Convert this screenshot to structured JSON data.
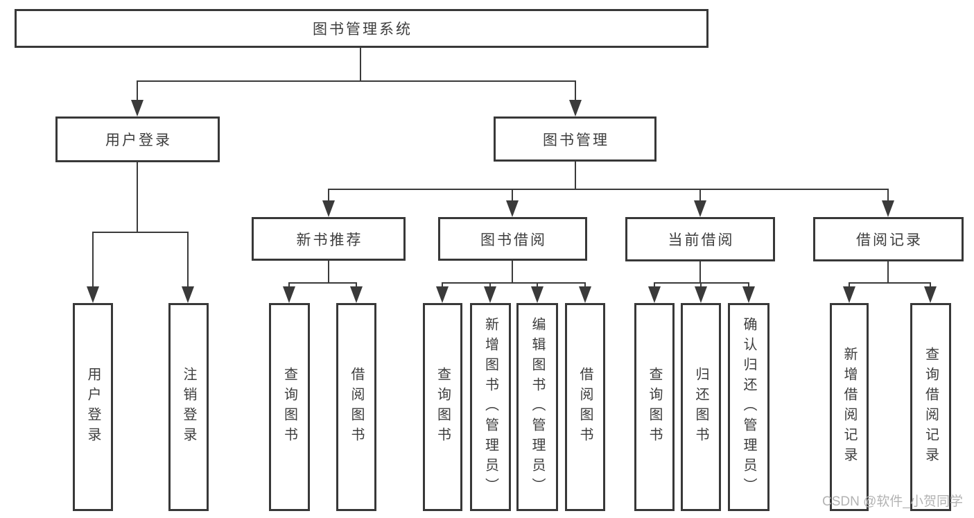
{
  "diagram": {
    "root": {
      "label": "图书管理系统"
    },
    "level2": [
      {
        "label": "用户登录"
      },
      {
        "label": "图书管理"
      }
    ],
    "level3": [
      {
        "label": "新书推荐"
      },
      {
        "label": "图书借阅"
      },
      {
        "label": "当前借阅"
      },
      {
        "label": "借阅记录"
      }
    ],
    "leaves": [
      {
        "label": "用户登录"
      },
      {
        "label": "注销登录"
      },
      {
        "label": "查询图书"
      },
      {
        "label": "借阅图书"
      },
      {
        "label": "查询图书"
      },
      {
        "label": "新增图书（管理员）"
      },
      {
        "label": "编辑图书（管理员）"
      },
      {
        "label": "借阅图书"
      },
      {
        "label": "查询图书"
      },
      {
        "label": "归还图书"
      },
      {
        "label": "确认归还（管理员）"
      },
      {
        "label": "新增借阅记录"
      },
      {
        "label": "查询借阅记录"
      }
    ]
  },
  "watermark": {
    "text": "CSDN @软件_小贺同学"
  },
  "colors": {
    "line": "#3a3a3a",
    "box_border": "#383838",
    "text": "#3d3d3d",
    "watermark": "#b3b3b3",
    "background": "#ffffff"
  }
}
